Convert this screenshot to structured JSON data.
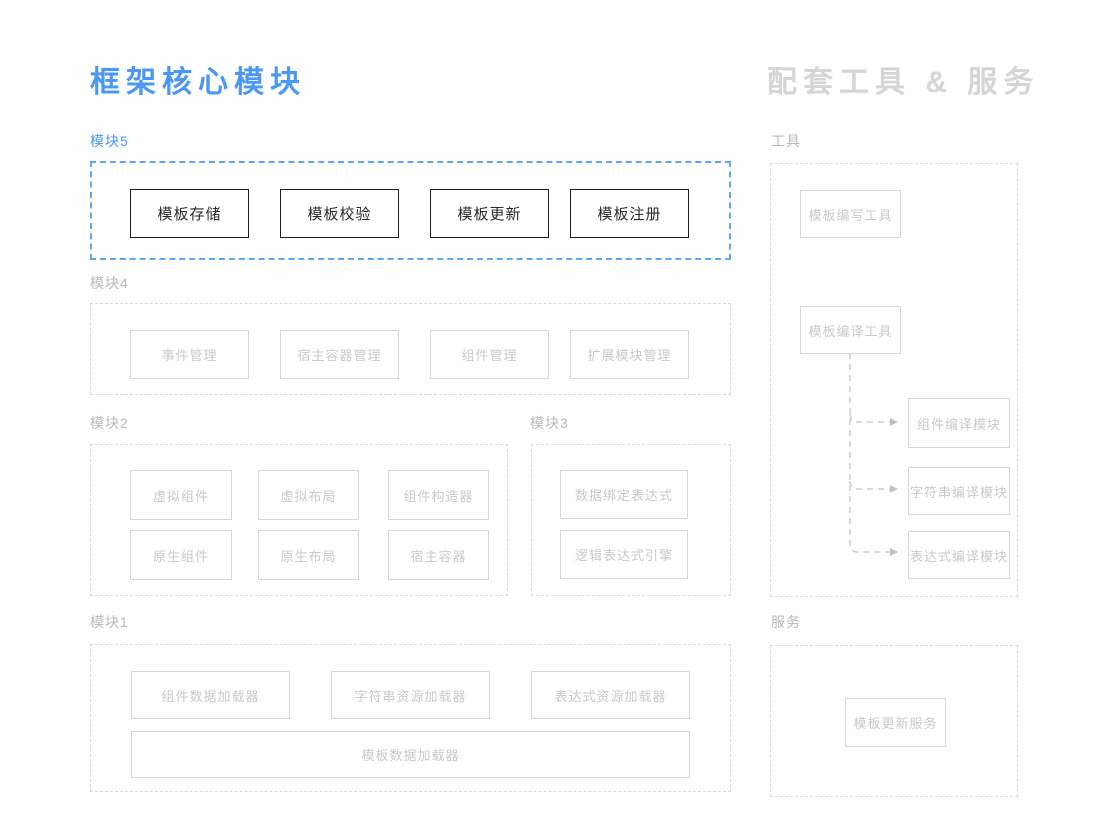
{
  "left": {
    "title": "框架核心模块",
    "module5": {
      "label": "模块5",
      "boxes": [
        "模板存储",
        "模板校验",
        "模板更新",
        "模板注册"
      ]
    },
    "module4": {
      "label": "模块4",
      "boxes": [
        "事件管理",
        "宿主容器管理",
        "组件管理",
        "扩展模块管理"
      ]
    },
    "module2": {
      "label": "模块2",
      "row1": [
        "虚拟组件",
        "虚拟布局",
        "组件构造器"
      ],
      "row2": [
        "原生组件",
        "原生布局",
        "宿主容器"
      ]
    },
    "module3": {
      "label": "模块3",
      "boxes": [
        "数据绑定表达式",
        "逻辑表达式引擎"
      ]
    },
    "module1": {
      "label": "模块1",
      "boxes": [
        "组件数据加载器",
        "字符串资源加载器",
        "表达式资源加载器"
      ],
      "wide_box": "模板数据加载器"
    }
  },
  "right": {
    "title": "配套工具 & 服务",
    "tools": {
      "label": "工具",
      "writer_tool": "模板编写工具",
      "compiler_tool": "模板编译工具",
      "compile_modules": [
        "组件编译模块",
        "字符串编译模块",
        "表达式编译模块"
      ]
    },
    "services": {
      "label": "服务",
      "update_service": "模板更新服务"
    }
  },
  "colors": {
    "accent_blue": "#4b97f5",
    "accent_border_blue": "#5aa6f4",
    "muted_title_gray": "#d5d5d5",
    "label_gray": "#b9b9b9",
    "box_border_gray": "#d6d6d6",
    "box_text_gray": "#c9c9c9",
    "dark_border": "#1d1d1d",
    "connector_gray": "#cccccc"
  }
}
